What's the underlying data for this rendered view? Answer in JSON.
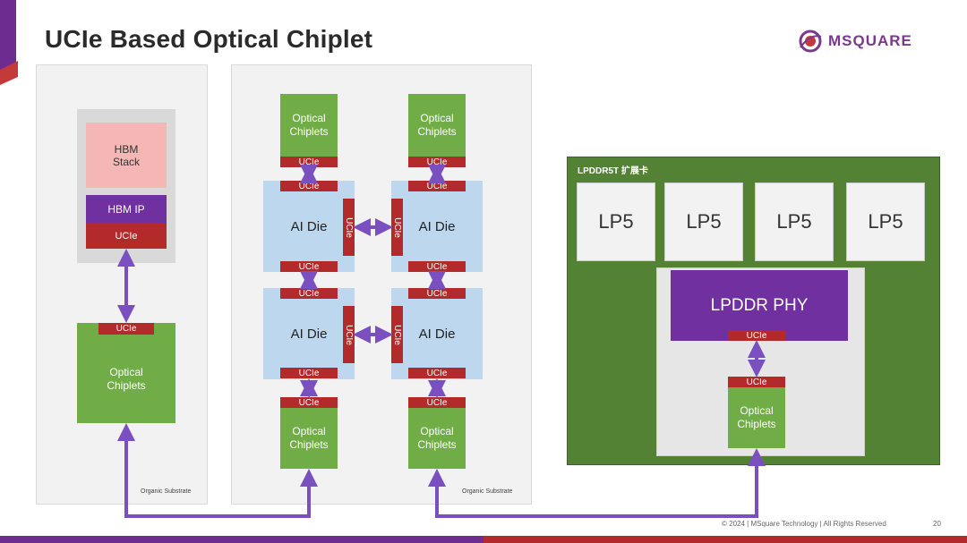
{
  "slide": {
    "title": "UCIe Based Optical Chiplet",
    "logo_text": "MSQUARE",
    "footer_copyright": "© 2024 | MSquare Technology | All Rights Reserved",
    "page_number": "20"
  },
  "colors": {
    "accent_purple": "#7030a0",
    "ucie_red": "#b22a2a",
    "optical_green": "#70ad47",
    "ai_die_blue": "#bdd7ee",
    "hbm_pink": "#f4b7b5",
    "board_green": "#548235",
    "link_purple": "#7a4fc0"
  },
  "left_panel": {
    "hbm_stack": "HBM\nStack",
    "hbm_ip": "HBM IP",
    "ucie_hbm": "UCIe",
    "ucie_optical": "UCIe",
    "optical": "Optical\nChiplets",
    "substrate": "Organic Substrate"
  },
  "middle_panel": {
    "optical_label": "Optical\nChiplets",
    "ai_die_label": "AI Die",
    "ucie_label": "UCIe",
    "substrate": "Organic Substrate"
  },
  "right_panel": {
    "title": "LPDDR5T 扩展卡",
    "lp5": [
      "LP5",
      "LP5",
      "LP5",
      "LP5"
    ],
    "phy": "LPDDR PHY",
    "ucie_phy": "UCIe",
    "ucie_optical": "UCIe",
    "optical": "Optical\nChiplets"
  }
}
